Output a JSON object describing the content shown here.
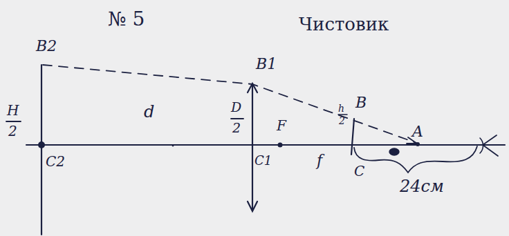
{
  "diagram": {
    "labels": [
      "№ 5",
      "Чистовик",
      "B2",
      "H",
      "2",
      "d",
      "B1",
      "D",
      "2",
      "F",
      "h",
      "2",
      "B",
      "A",
      "C2",
      "C1",
      "f",
      "C",
      "24см"
    ]
  }
}
